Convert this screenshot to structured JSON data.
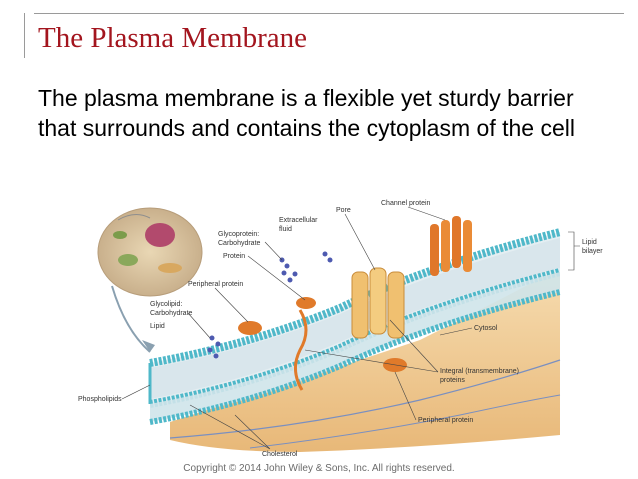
{
  "slide": {
    "title": "The Plasma Membrane",
    "body": "The plasma membrane is a flexible yet sturdy barrier that surrounds and contains the cytoplasm of the cell",
    "copyright": "Copyright © 2014 John Wiley & Sons, Inc. All rights reserved."
  },
  "diagram": {
    "labels": {
      "channel_protein": "Channel protein",
      "pore": "Pore",
      "extracellular_1": "Extracellular",
      "extracellular_2": "fluid",
      "glycoprotein_1": "Glycoprotein:",
      "glycoprotein_2": "Carbohydrate",
      "protein": "Protein",
      "lipid_bilayer_1": "Lipid",
      "lipid_bilayer_2": "bilayer",
      "peripheral_protein_top": "Peripheral protein",
      "glycolipid_1": "Glycolipid:",
      "glycolipid_2": "Carbohydrate",
      "glycolipid_3": "Lipid",
      "cytosol": "Cytosol",
      "phospholipids": "Phospholipids",
      "integral_1": "Integral (transmembrane)",
      "integral_2": "proteins",
      "peripheral_protein_bottom": "Peripheral protein",
      "cholesterol": "Cholesterol"
    }
  }
}
